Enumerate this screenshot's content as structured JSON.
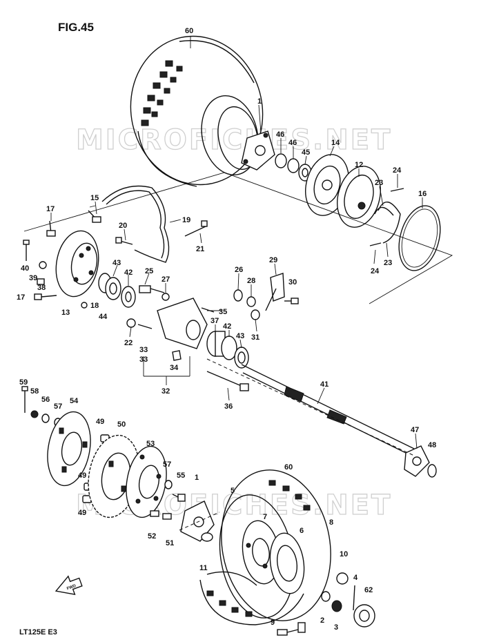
{
  "figure": {
    "title": "FIG.45",
    "model_code": "LT125E  E3"
  },
  "watermark": {
    "top": "MICROFICHES.NET",
    "bottom": "MICROFICHES.NET"
  },
  "fwd_badge": "FWD",
  "labels": [
    {
      "id": "p60a",
      "text": "60"
    },
    {
      "id": "p1a",
      "text": "1"
    },
    {
      "id": "p46a",
      "text": "46"
    },
    {
      "id": "p46b",
      "text": "46"
    },
    {
      "id": "p45",
      "text": "45"
    },
    {
      "id": "p14",
      "text": "14"
    },
    {
      "id": "p12",
      "text": "12"
    },
    {
      "id": "p24a",
      "text": "24"
    },
    {
      "id": "p23a",
      "text": "23"
    },
    {
      "id": "p16",
      "text": "16"
    },
    {
      "id": "p23b",
      "text": "23"
    },
    {
      "id": "p24b",
      "text": "24"
    },
    {
      "id": "p15",
      "text": "15"
    },
    {
      "id": "p17a",
      "text": "17"
    },
    {
      "id": "p19",
      "text": "19"
    },
    {
      "id": "p20",
      "text": "20"
    },
    {
      "id": "p21",
      "text": "21"
    },
    {
      "id": "p40",
      "text": "40"
    },
    {
      "id": "p39",
      "text": "39"
    },
    {
      "id": "p38",
      "text": "38"
    },
    {
      "id": "p17b",
      "text": "17"
    },
    {
      "id": "p13",
      "text": "13"
    },
    {
      "id": "p18",
      "text": "18"
    },
    {
      "id": "p44",
      "text": "44"
    },
    {
      "id": "p43a",
      "text": "43"
    },
    {
      "id": "p42a",
      "text": "42"
    },
    {
      "id": "p25",
      "text": "25"
    },
    {
      "id": "p27",
      "text": "27"
    },
    {
      "id": "p26",
      "text": "26"
    },
    {
      "id": "p28",
      "text": "28"
    },
    {
      "id": "p29",
      "text": "29"
    },
    {
      "id": "p30",
      "text": "30"
    },
    {
      "id": "p35",
      "text": "35"
    },
    {
      "id": "p31",
      "text": "31"
    },
    {
      "id": "p37",
      "text": "37"
    },
    {
      "id": "p42b",
      "text": "42"
    },
    {
      "id": "p43b",
      "text": "43"
    },
    {
      "id": "p22",
      "text": "22"
    },
    {
      "id": "p33a",
      "text": "33"
    },
    {
      "id": "p33b",
      "text": "33"
    },
    {
      "id": "p34",
      "text": "34"
    },
    {
      "id": "p32",
      "text": "32"
    },
    {
      "id": "p36",
      "text": "36"
    },
    {
      "id": "p41",
      "text": "41"
    },
    {
      "id": "p47",
      "text": "47"
    },
    {
      "id": "p48",
      "text": "48"
    },
    {
      "id": "p59",
      "text": "59"
    },
    {
      "id": "p58",
      "text": "58"
    },
    {
      "id": "p56",
      "text": "56"
    },
    {
      "id": "p57a",
      "text": "57"
    },
    {
      "id": "p54",
      "text": "54"
    },
    {
      "id": "p49a",
      "text": "49"
    },
    {
      "id": "p50",
      "text": "50"
    },
    {
      "id": "p53",
      "text": "53"
    },
    {
      "id": "p57b",
      "text": "57"
    },
    {
      "id": "p55",
      "text": "55"
    },
    {
      "id": "p49b",
      "text": "49"
    },
    {
      "id": "p49c",
      "text": "49"
    },
    {
      "id": "p1b",
      "text": "1"
    },
    {
      "id": "p5",
      "text": "5"
    },
    {
      "id": "p60b",
      "text": "60"
    },
    {
      "id": "p7",
      "text": "7"
    },
    {
      "id": "p8",
      "text": "8"
    },
    {
      "id": "p6",
      "text": "6"
    },
    {
      "id": "p52",
      "text": "52"
    },
    {
      "id": "p51",
      "text": "51"
    },
    {
      "id": "p11",
      "text": "11"
    },
    {
      "id": "p10",
      "text": "10"
    },
    {
      "id": "p4",
      "text": "4"
    },
    {
      "id": "p62",
      "text": "62"
    },
    {
      "id": "p9",
      "text": "9"
    },
    {
      "id": "p2",
      "text": "2"
    },
    {
      "id": "p3",
      "text": "3"
    }
  ]
}
